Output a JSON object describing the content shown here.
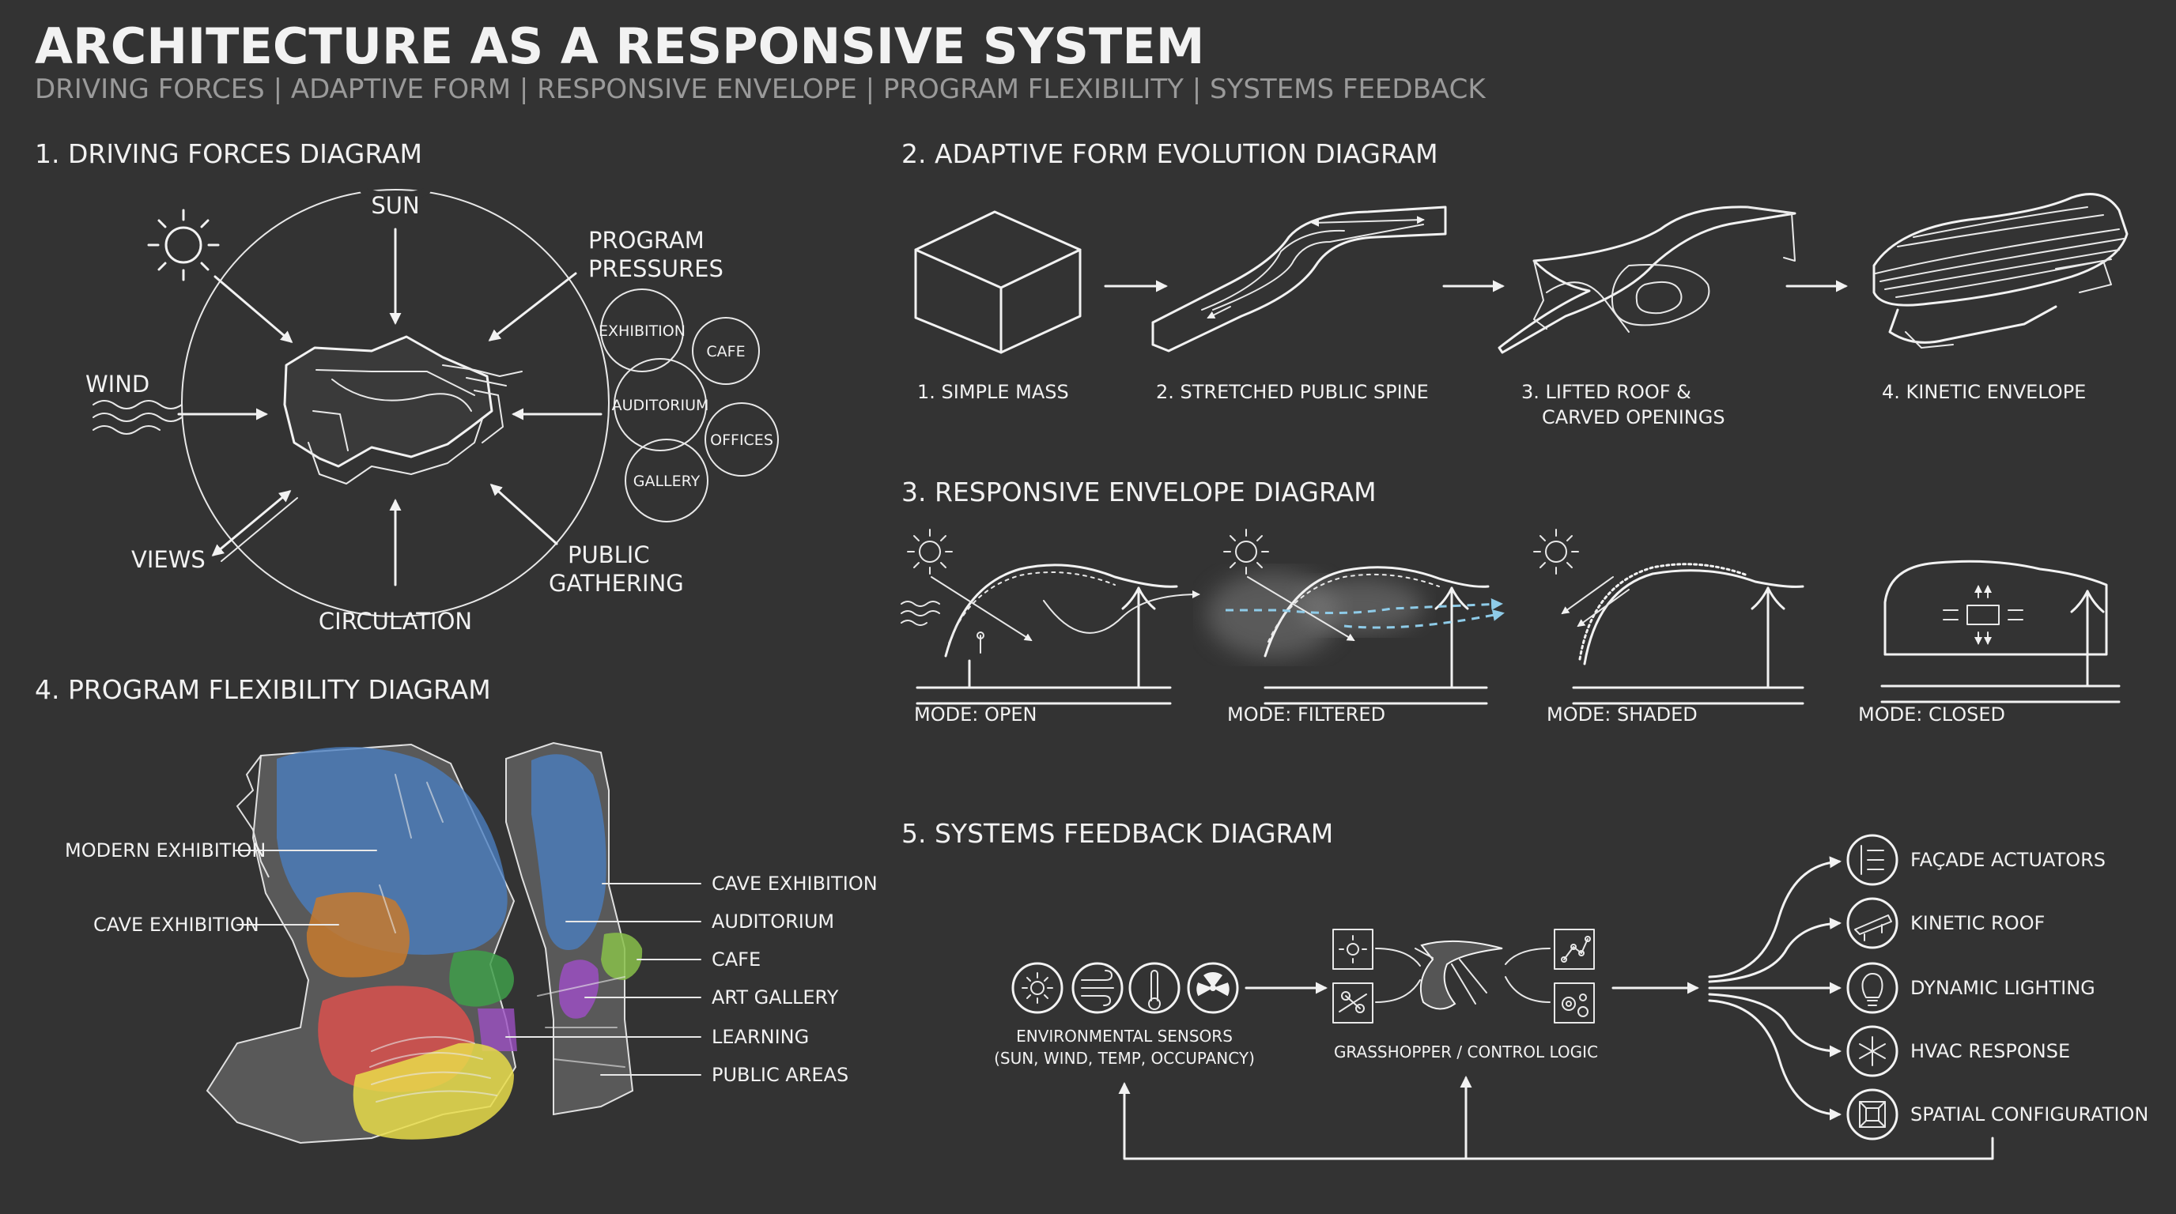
{
  "header": {
    "title": "ARCHITECTURE AS A RESPONSIVE SYSTEM",
    "subtitle": "DRIVING FORCES | ADAPTIVE FORM | RESPONSIVE ENVELOPE | PROGRAM FLEXIBILITY | SYSTEMS FEEDBACK"
  },
  "forces": {
    "title": "1. DRIVING FORCES DIAGRAM",
    "sun": "SUN",
    "wind": "WIND",
    "views": "VIEWS",
    "circulation": "CIRCULATION",
    "program_line1": "PROGRAM",
    "program_line2": "PRESSURES",
    "public_line1": "PUBLIC",
    "public_line2": "GATHERING",
    "bubbles": [
      "EXHIBITION",
      "CAFE",
      "AUDITORIUM",
      "OFFICES",
      "GALLERY"
    ]
  },
  "evolution": {
    "title": "2. ADAPTIVE FORM EVOLUTION DIAGRAM",
    "step1": "1. SIMPLE MASS",
    "step2": "2. STRETCHED PUBLIC SPINE",
    "step3_line1": "3. LIFTED ROOF &",
    "step3_line2": "CARVED OPENINGS",
    "step4": "4. KINETIC ENVELOPE"
  },
  "envelope": {
    "title": "3. RESPONSIVE ENVELOPE DIAGRAM",
    "modes": [
      "MODE: OPEN",
      "MODE: FILTERED",
      "MODE: SHADED",
      "MODE: CLOSED"
    ]
  },
  "program": {
    "title": "4. PROGRAM FLEXIBILITY DIAGRAM",
    "left_labels": [
      "MODERN EXHIBITION",
      "CAVE EXHIBITION"
    ],
    "right_labels": [
      "CAVE EXHIBITION",
      "AUDITORIUM",
      "CAFE",
      "ART GALLERY",
      "LEARNING",
      "PUBLIC AREAS"
    ],
    "colors": {
      "modern_exhibition": "#4a7fc1",
      "cave_exhibition": "#c77a2e",
      "auditorium": "#d9514e",
      "cafe": "#88c04a",
      "art_gallery": "#9b4fc2",
      "learning": "#e8dc4a",
      "green_zone": "#3f9e4a"
    }
  },
  "feedback": {
    "title": "5. SYSTEMS FEEDBACK DIAGRAM",
    "sensors_line1": "ENVIRONMENTAL SENSORS",
    "sensors_line2": "(SUN, WIND, TEMP, OCCUPANCY)",
    "logic": "GRASSHOPPER / CONTROL LOGIC",
    "outputs": [
      "FAÇADE ACTUATORS",
      "KINETIC ROOF",
      "DYNAMIC LIGHTING",
      "HVAC RESPONSE",
      "SPATIAL CONFIGURATION"
    ]
  }
}
